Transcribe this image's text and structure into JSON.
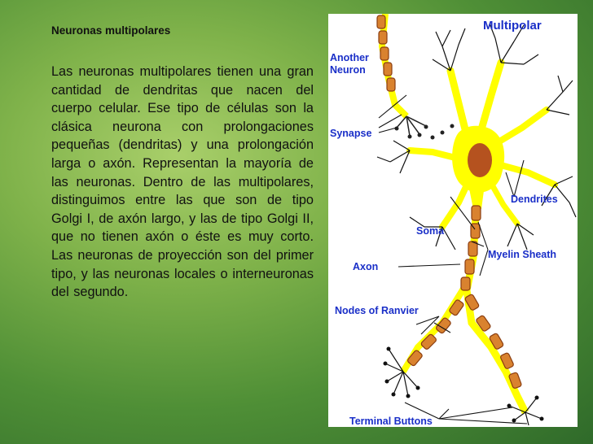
{
  "slide": {
    "title": "Neuronas multipolares",
    "paragraph": "Las neuronas multipolares tienen una gran cantidad de dendritas que nacen del cuerpo celular. Ese tipo de células son la clásica neurona con prolongaciones pequeñas (dendritas) y una prolongación larga o axón. Representan la mayoría de las neuronas. Dentro de las multipolares, distinguimos entre las que son de tipo Golgi I, de axón largo, y las de tipo Golgi II, que no tienen axón o éste es muy corto. Las neuronas de proyección son del primer tipo, y las neuronas locales o interneuronas del segundo."
  },
  "figure": {
    "title": "Multipolar",
    "labels": {
      "another_1": "Another",
      "another_2": "Neuron",
      "synapse": "Synapse",
      "dendrites": "Dendrites",
      "soma": "Soma",
      "myelin": "Myelin Sheath",
      "axon": "Axon",
      "nodes": "Nodes of Ranvier",
      "terminal": "Terminal Buttons"
    },
    "colors": {
      "cell": "#ffff00",
      "nucleus": "#b5521f",
      "myelin": "#d9822f",
      "myelin_edge": "#8a3d10",
      "label": "#1a2fc8",
      "branch": "#000000"
    }
  }
}
